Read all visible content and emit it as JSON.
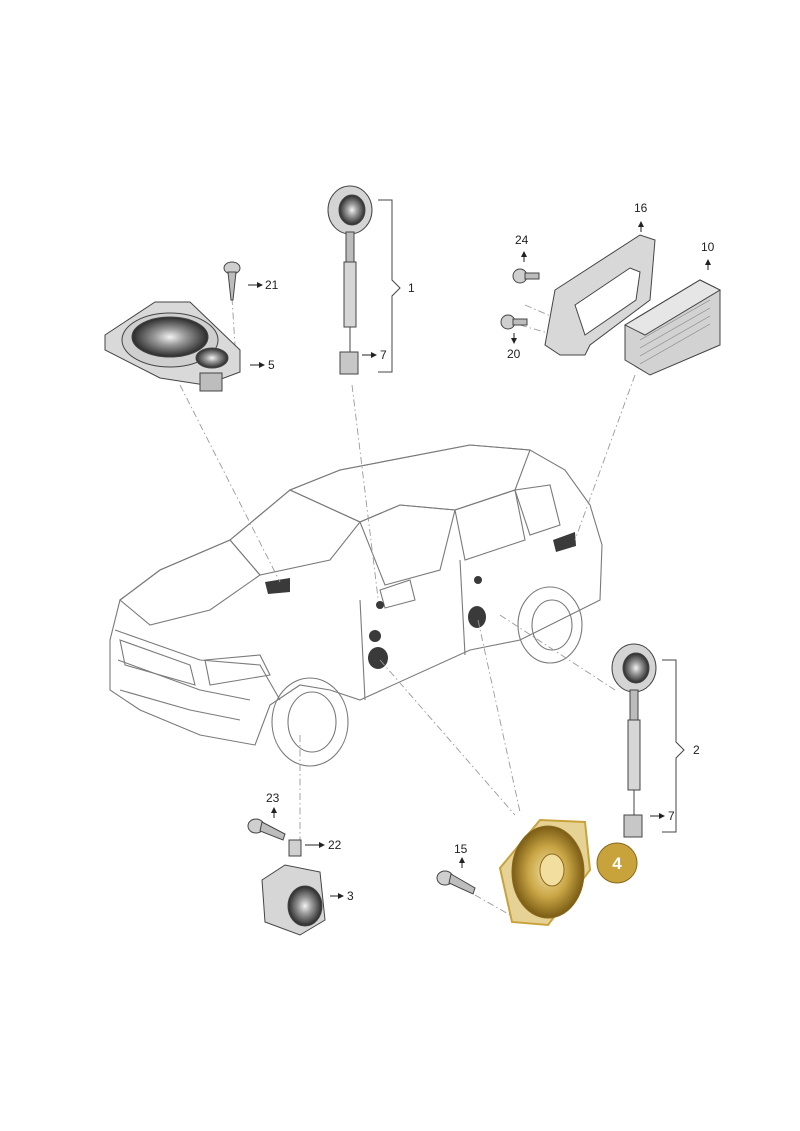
{
  "callouts": {
    "c1": "1",
    "c2": "2",
    "c3": "3",
    "c4": "4",
    "c5": "5",
    "c7a": "7",
    "c7b": "7",
    "c10": "10",
    "c15": "15",
    "c16": "16",
    "c20": "20",
    "c21": "21",
    "c22": "22",
    "c23": "23",
    "c24": "24"
  },
  "colors": {
    "highlight": "#c8a23a",
    "highlight_fill": "#e2c77a",
    "speaker_dark": "#3a3a3a",
    "part_gray": "#d7d7d7",
    "car_fill": "#f3f3f3"
  }
}
